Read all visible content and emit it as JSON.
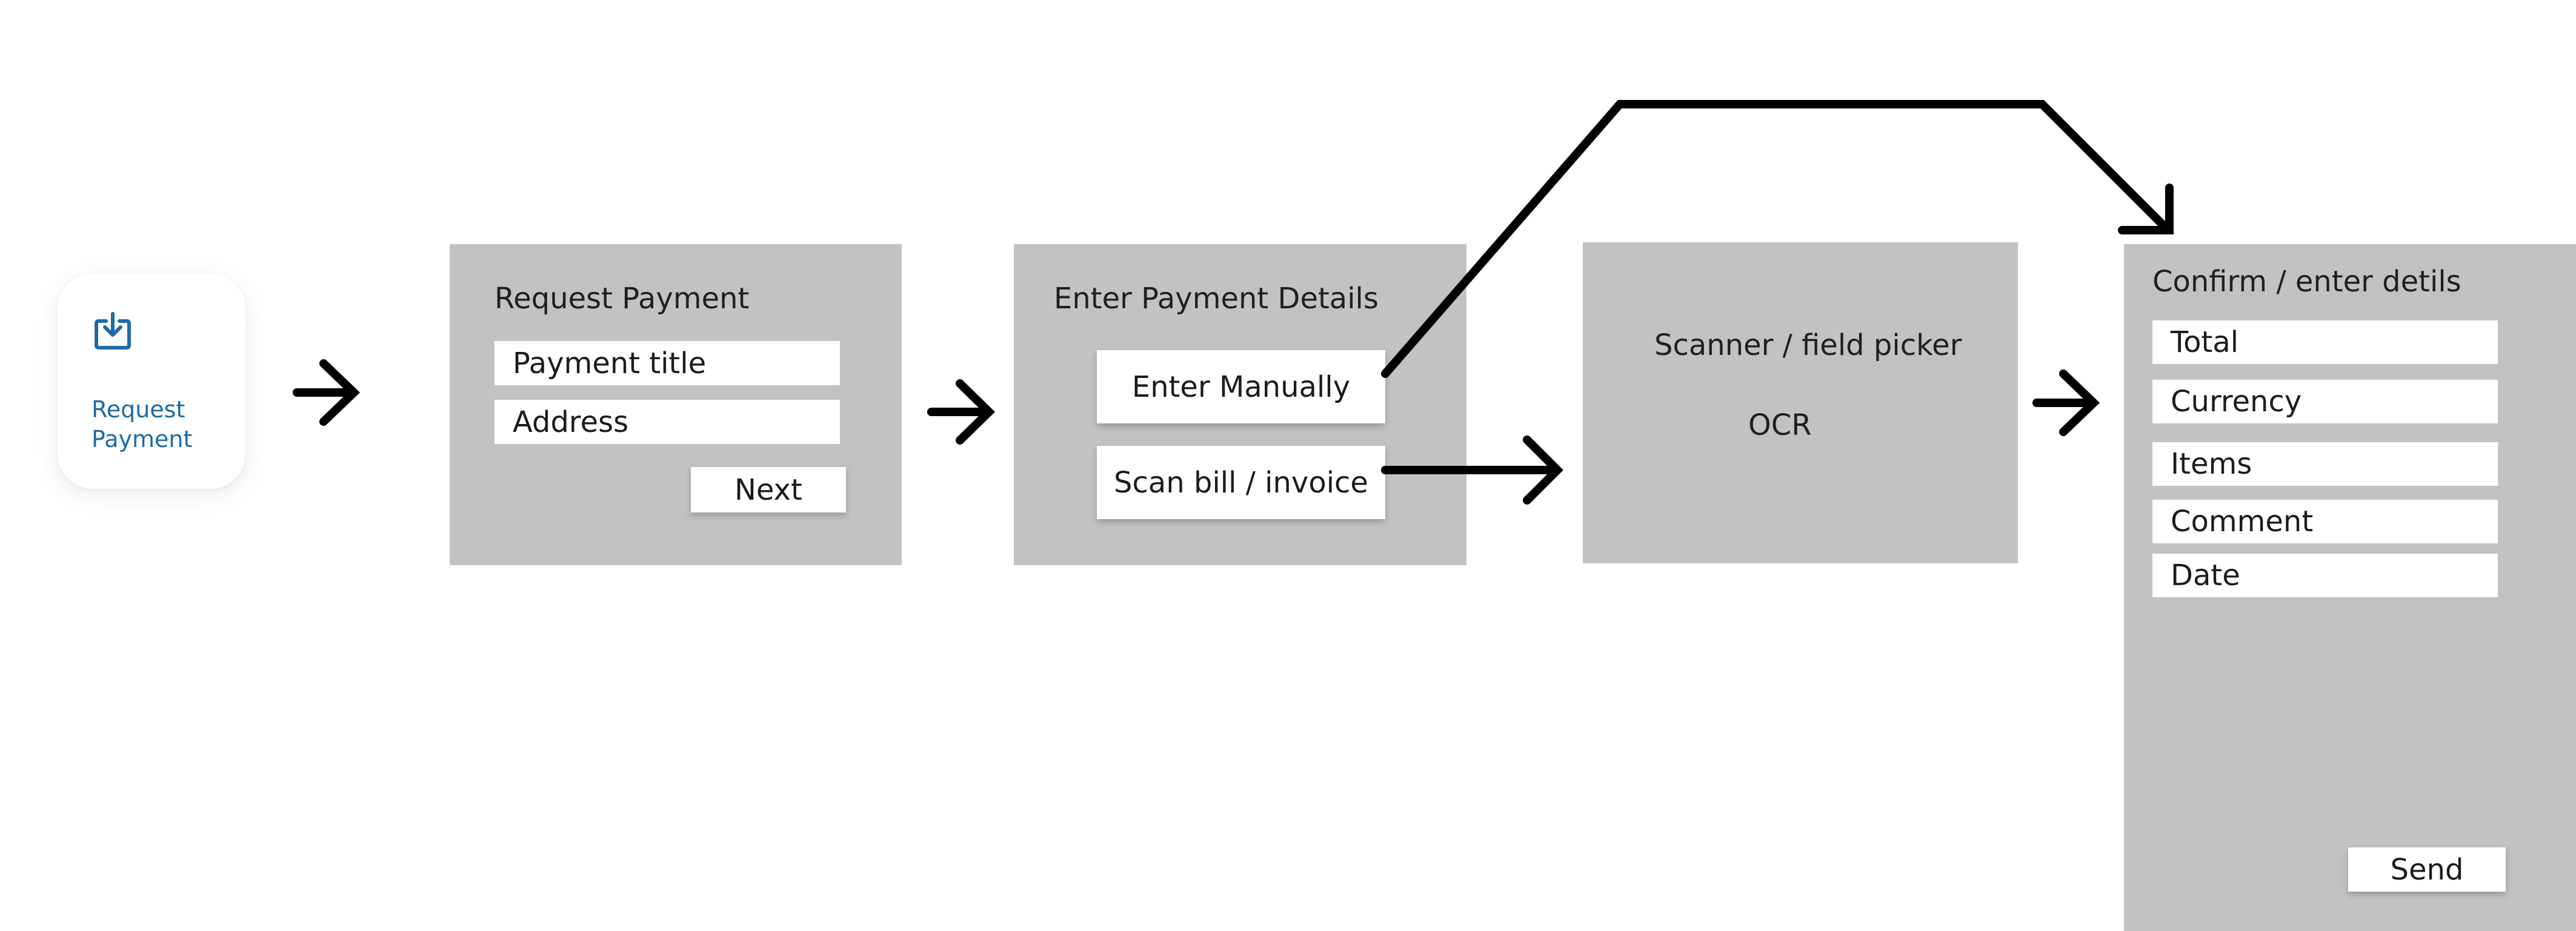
{
  "start": {
    "icon": "download-tray-icon",
    "label_line1": "Request",
    "label_line2": "Payment"
  },
  "panel1": {
    "title": "Request Payment",
    "fields": [
      "Payment title",
      "Address"
    ],
    "next_button": "Next"
  },
  "panel2": {
    "title": "Enter Payment Details",
    "manual_button": "Enter Manually",
    "scan_button": "Scan bill / invoice"
  },
  "panel3": {
    "title": "Scanner / field picker",
    "ocr_label": "OCR"
  },
  "panel4": {
    "title": "Confirm / enter detils",
    "fields": [
      "Total",
      "Currency",
      "Items",
      "Comment",
      "Date"
    ],
    "send_button": "Send"
  },
  "colors": {
    "panel": "#c2c2c2",
    "accent_blue": "#1e6aa8",
    "arrow": "#000000"
  }
}
